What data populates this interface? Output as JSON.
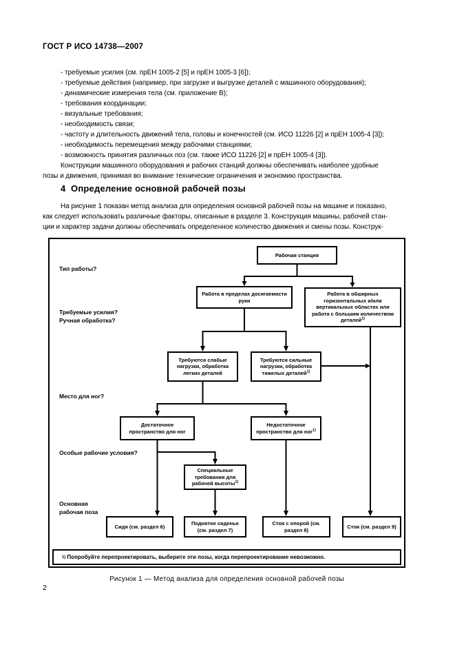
{
  "page": {
    "header": "ГОСТ Р ИСО 14738—2007",
    "page_number": "2"
  },
  "content": {
    "list_items": [
      "- требуемые усилия (см. прЕН 1005-2 [5] и прЕН 1005-3 [6]);",
      "- требуемые действия (например, при загрузке и выгрузке деталей с машинного оборудования);",
      "- динамические измерения тела (см. приложение В);",
      "- требования координации;",
      "- визуальные требования;",
      "- необходимость связи;",
      "- частоту и длительность движений тела, головы и конечностей (см. ИСО 11226 [2] и прЕН 1005-4 [3]);",
      "- необходимость перемещения между рабочими станциями;",
      "- возможность принятия различных поз (см. также ИСО 11226 [2] и прЕН 1005-4 [3])."
    ],
    "para1_lines": [
      "Конструкции машинного оборудования и рабочих станций должны обеспечивать наиболее удобные",
      "позы и движения, принимая во внимание технические ограничения и экономию пространства."
    ],
    "section_heading": "4  Определение основной рабочей позы",
    "para2_lines": [
      "На рисунке 1 показан метод анализа для определения основной рабочей позы на машине и показано,",
      "как следует использовать различные факторы, описанные в разделе 3. Конструкция машины, рабочей стан-",
      "ции и характер задачи должны обеспечивать определенное количество движения и смены позы. Конструк-"
    ]
  },
  "figure": {
    "caption": "Рисунок 1 — Метод анализа для определения основной рабочей позы",
    "questions": [
      {
        "line1": "Тип работы?",
        "line2": ""
      },
      {
        "line1": "Требуемые усилия?",
        "line2": "Ручная обработка?"
      },
      {
        "line1": "Место для ног?",
        "line2": ""
      },
      {
        "line1": "Особые рабочие условия?",
        "line2": ""
      },
      {
        "line1": "Основная",
        "line2": "рабочая поза"
      }
    ],
    "boxes": [
      {
        "text": "Рабочая станция",
        "sup": ""
      },
      {
        "text": "Работа в пределах досягаемости руки",
        "sup": ""
      },
      {
        "text": "Работа в обширных горизонтальных и/или вертикальных областях или работа с большим количеством деталей",
        "sup": "1)"
      },
      {
        "text": "Требуются слабые нагрузки, обработка легких деталей",
        "sup": ""
      },
      {
        "text": "Требуются сильные нагрузки, обработка тяжелых деталей",
        "sup": "1)"
      },
      {
        "text": "Достаточное пространство для ног",
        "sup": ""
      },
      {
        "text": "Недостаточное пространство для ног",
        "sup": "1)"
      },
      {
        "text": "Специальные требования для рабочей высоты",
        "sup": "1)"
      },
      {
        "text": "Сидя (см. раздел 6)",
        "sup": ""
      },
      {
        "text": "Поднятое сиденье (см. раздел 7)",
        "sup": ""
      },
      {
        "text": "Стоя с опорой (см. раздел 8)",
        "sup": ""
      },
      {
        "text": "Стоя (см. раздел 9)",
        "sup": ""
      }
    ],
    "footnote": {
      "sup": "1)",
      "text": "Попробуйте перепроектировать, выберите эти позы, когда перепроектирование невозможно."
    }
  }
}
